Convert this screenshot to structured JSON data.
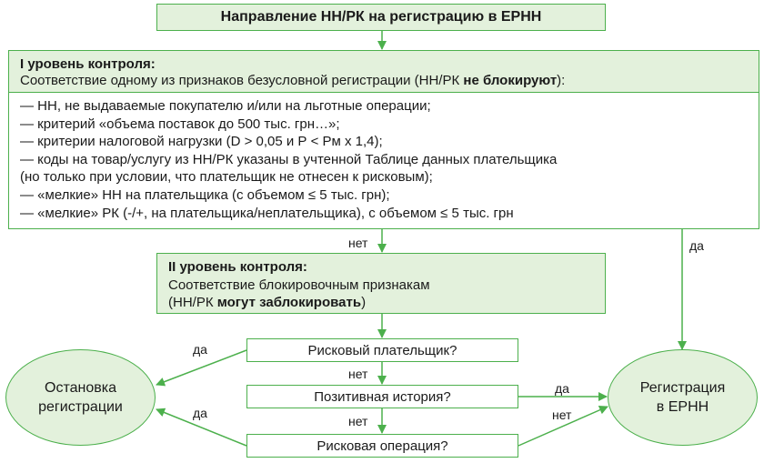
{
  "top_box": "Направление НН/РК на регистрацию в ЕРНН",
  "level1": {
    "title": "I уровень контроля:",
    "desc_pre": "Соответствие одному из признаков безусловной регистрации (НН/РК ",
    "desc_bold": "не блокируют",
    "desc_post": "):",
    "items": [
      "— НН, не выдаваемые покупателю и/или на льготные операции;",
      "— критерий «объема поставок до 500 тыс. грн…»;",
      "— критерии налоговой нагрузки (D > 0,05 и Р < Рм х 1,4);",
      "— коды на товар/услугу из НН/РК указаны в учтенной Таблице данных плательщика",
      "(но только при условии, что плательщик не отнесен к рисковым);",
      "— «мелкие» НН на плательщика (с объемом ≤ 5 тыс. грн);",
      "— «мелкие» РК (-/+, на плательщика/неплательщика), с объемом ≤ 5 тыс. грн"
    ]
  },
  "level2": {
    "title": "II уровень контроля:",
    "desc": "Соответствие блокировочным признакам",
    "note_pre": "(НН/РК ",
    "note_bold": "могут заблокировать",
    "note_post": ")"
  },
  "questions": {
    "q1": "Рисковый плательщик?",
    "q2": "Позитивная история?",
    "q3": "Рисковая операция?"
  },
  "outcomes": {
    "stop_line1": "Остановка",
    "stop_line2": "регистрации",
    "reg_line1": "Регистрация",
    "reg_line2": "в ЕРНН"
  },
  "labels": {
    "no_level1": "нет",
    "yes_level1": "да",
    "yes_q1": "да",
    "no_q1": "нет",
    "yes_q2": "да",
    "no_q2": "нет",
    "yes_q3": "да",
    "no_q3": "нет"
  },
  "colors": {
    "border": "#4cb04c",
    "fill": "#e3f1dc"
  }
}
